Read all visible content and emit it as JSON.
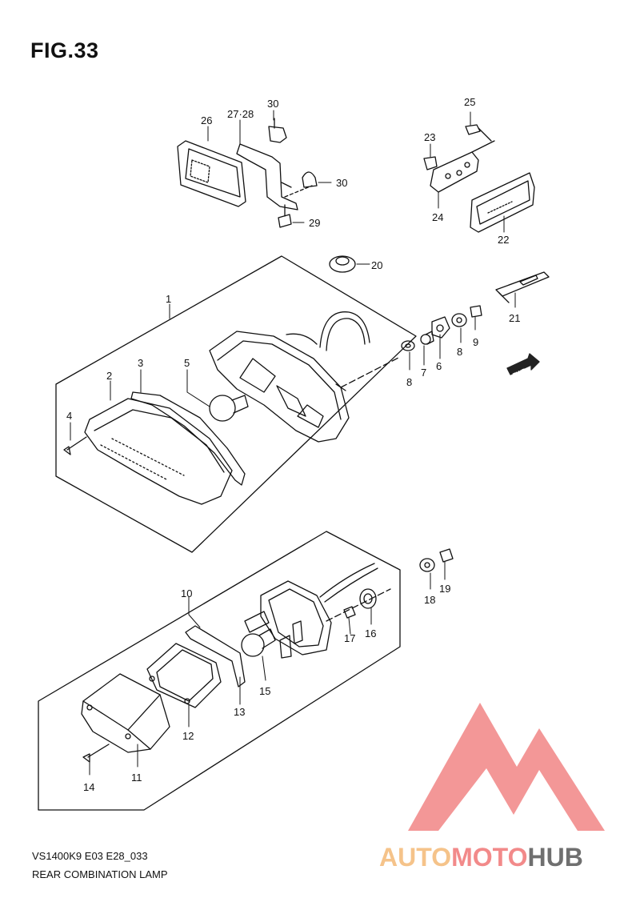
{
  "figure": {
    "title": "FIG.33",
    "model_code": "VS1400K9 E03 E28_033",
    "name": "REAR COMBINATION LAMP"
  },
  "watermark": {
    "brand_parts": [
      "AUTO",
      "MOTO",
      "HUB"
    ],
    "colors": {
      "auto": "#f5c38a",
      "moto": "#f28a8a",
      "hub": "#6f6f6f",
      "triangle": "#f07d7d"
    }
  },
  "fwd_label": "FWD",
  "callouts": {
    "p1": "1",
    "p2": "2",
    "p3": "3",
    "p4": "4",
    "p5": "5",
    "p6": "6",
    "p7": "7",
    "p8a": "8",
    "p8b": "8",
    "p9": "9",
    "p10": "10",
    "p11": "11",
    "p12": "12",
    "p13": "13",
    "p14": "14",
    "p15": "15",
    "p16": "16",
    "p17": "17",
    "p18": "18",
    "p19": "19",
    "p20": "20",
    "p21": "21",
    "p22": "22",
    "p23": "23",
    "p24": "24",
    "p25": "25",
    "p26": "26",
    "p27_28": "27·28",
    "p29": "29",
    "p30a": "30",
    "p30b": "30"
  }
}
